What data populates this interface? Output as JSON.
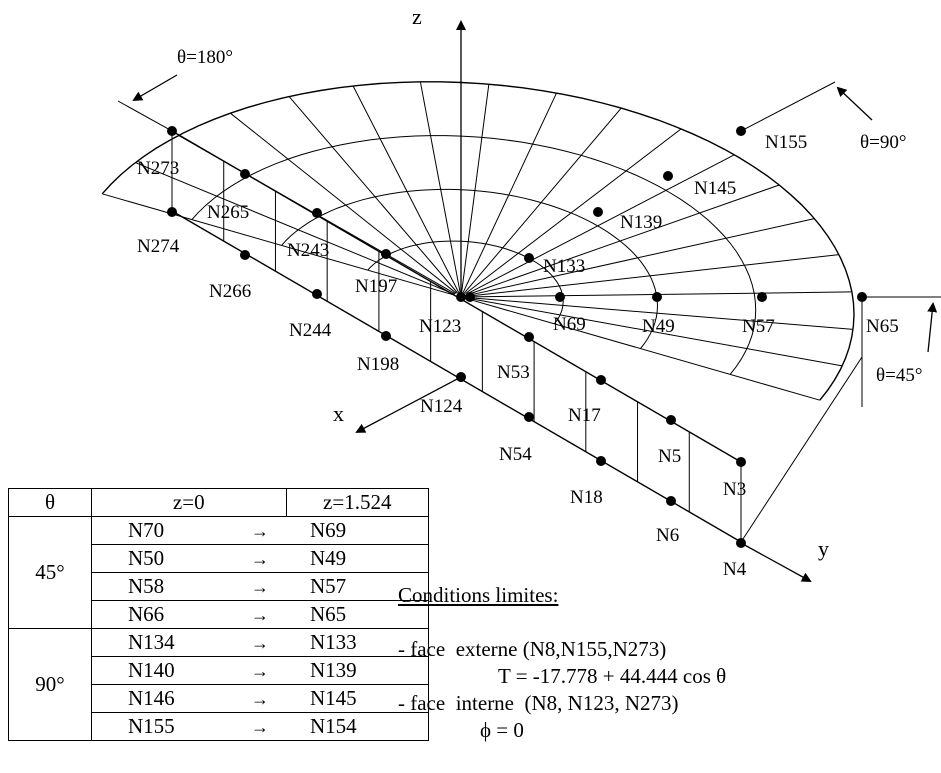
{
  "diagram": {
    "axes": {
      "z": "z",
      "x": "x",
      "y": "y"
    },
    "theta_labels": [
      "θ=180°",
      "θ=90°",
      "θ=45°"
    ],
    "nodes": [
      "N155",
      "N145",
      "N139",
      "N133",
      "N65",
      "N57",
      "N49",
      "N69",
      "N123",
      "N124",
      "N53",
      "N54",
      "N17",
      "N18",
      "N5",
      "N6",
      "N3",
      "N4",
      "N273",
      "N274",
      "N265",
      "N266",
      "N243",
      "N244",
      "N197",
      "N198"
    ]
  },
  "table": {
    "headers": [
      "θ",
      "z=0",
      "z=1.524"
    ],
    "groups": [
      {
        "theta": "45°",
        "rows": [
          [
            "N70",
            "N69"
          ],
          [
            "N50",
            "N49"
          ],
          [
            "N58",
            "N57"
          ],
          [
            "N66",
            "N65"
          ]
        ]
      },
      {
        "theta": "90°",
        "rows": [
          [
            "N134",
            "N133"
          ],
          [
            "N140",
            "N139"
          ],
          [
            "N146",
            "N145"
          ],
          [
            "N155",
            "N154"
          ]
        ]
      }
    ]
  },
  "boundary_conditions": {
    "title": "Conditions limites:",
    "lines": [
      "- face  externe (N8,N155,N273)",
      "T = -17.778 + 44.444 cos θ",
      "- face  interne  (N8, N123, N273)",
      "ϕ = 0"
    ]
  }
}
